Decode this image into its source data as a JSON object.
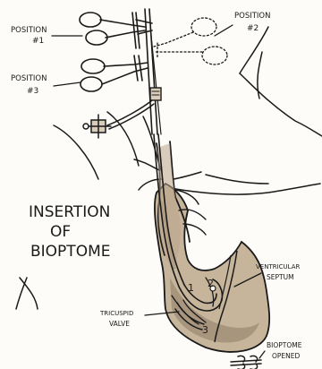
{
  "title": {
    "line1": "INSERTION",
    "line2": "OF",
    "line3": "BIOPTOME"
  },
  "labels": {
    "position1": [
      "POSITION",
      "#1"
    ],
    "position2": [
      "POSITION",
      "#2"
    ],
    "position3": [
      "POSITION",
      "#3"
    ],
    "ventricular_septum": [
      "VENTRICULAR",
      "SEPTUM"
    ],
    "tricuspid_valve": [
      "TRICUSPID",
      "VALVE"
    ],
    "bioptome_opened": [
      "BIOPTOME",
      "OPENED"
    ]
  },
  "numbers": {
    "n1": "1",
    "n2": "2",
    "n3": "3"
  },
  "colors": {
    "ink": "#1a1a1a",
    "shade": "#b9a48a",
    "shade_dark": "#8c7a64",
    "paper": "#fefcf8"
  }
}
